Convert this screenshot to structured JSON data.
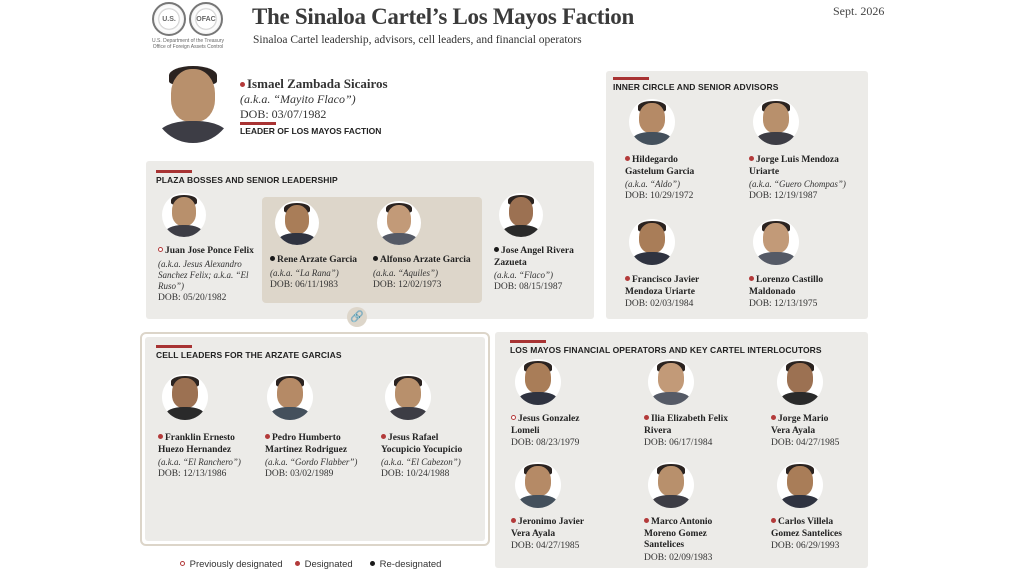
{
  "header": {
    "seal_treasury_text": "U.S.",
    "seal_ofac_text": "OFAC",
    "agency_line1": "U.S. Department of the Treasury",
    "agency_line2": "Office of Foreign Assets Control",
    "title": "The Sinaloa Cartel’s Los Mayos Faction",
    "subtitle": "Sinaloa Cartel leadership, advisors, cell leaders, and financial operators",
    "date": "Sept. 2026"
  },
  "leader": {
    "name": "Ismael Zambada Sicairos",
    "aka": "(a.k.a. “Mayito Flaco”)",
    "dob": "DOB: 03/07/1982",
    "role": "LEADER OF LOS MAYOS FACTION",
    "status": "designated"
  },
  "plaza": {
    "heading": "PLAZA BOSSES AND SENIOR LEADERSHIP",
    "people": [
      {
        "name_lines": [
          "Juan Jose Ponce Felix"
        ],
        "aka_lines": [
          "(a.k.a. Jesus Alexandro",
          "Sanchez Felix; a.k.a. “El",
          "Ruso”)"
        ],
        "dob": "DOB: 05/20/1982",
        "status": "previously"
      },
      {
        "name_lines": [
          "Rene Arzate Garcia"
        ],
        "aka_lines": [
          "(a.k.a. “La Rana”)"
        ],
        "dob": "DOB: 06/11/1983",
        "status": "re"
      },
      {
        "name_lines": [
          "Alfonso Arzate Garcia"
        ],
        "aka_lines": [
          "(a.k.a. “Aquiles”)"
        ],
        "dob": "DOB: 12/02/1973",
        "status": "re"
      },
      {
        "name_lines": [
          "Jose Angel Rivera",
          "Zazueta"
        ],
        "aka_lines": [
          "(a.k.a. “Flaco”)"
        ],
        "dob": "DOB: 08/15/1987",
        "status": "re"
      }
    ]
  },
  "inner": {
    "heading": "INNER CIRCLE AND SENIOR ADVISORS",
    "people": [
      {
        "name_lines": [
          "Hildegardo",
          "Gastelum Garcia"
        ],
        "aka_lines": [
          "(a.k.a. “Aldo”)"
        ],
        "dob": "DOB: 10/29/1972",
        "status": "designated"
      },
      {
        "name_lines": [
          "Jorge Luis Mendoza",
          "Uriarte"
        ],
        "aka_lines": [
          "(a.k.a. “Guero Chompas”)"
        ],
        "dob": "DOB: 12/19/1987",
        "status": "designated"
      },
      {
        "name_lines": [
          "Francisco Javier",
          "Mendoza Uriarte"
        ],
        "aka_lines": [],
        "dob": "DOB: 02/03/1984",
        "status": "designated"
      },
      {
        "name_lines": [
          "Lorenzo Castillo",
          "Maldonado"
        ],
        "aka_lines": [],
        "dob": "DOB: 12/13/1975",
        "status": "designated"
      }
    ]
  },
  "cell": {
    "heading": "CELL LEADERS FOR THE ARZATE GARCIAS",
    "people": [
      {
        "name_lines": [
          "Franklin Ernesto",
          "Huezo Hernandez"
        ],
        "aka_lines": [
          "(a.k.a. “El Ranchero”)"
        ],
        "dob": "DOB: 12/13/1986",
        "status": "designated"
      },
      {
        "name_lines": [
          "Pedro Humberto",
          "Martinez Rodriguez"
        ],
        "aka_lines": [
          "(a.k.a. “Gordo Flabber”)"
        ],
        "dob": "DOB: 03/02/1989",
        "status": "designated"
      },
      {
        "name_lines": [
          "Jesus Rafael",
          "Yocupicio Yocupicio"
        ],
        "aka_lines": [
          "(a.k.a. “El Cabezon”)"
        ],
        "dob": "DOB: 10/24/1988",
        "status": "designated"
      }
    ]
  },
  "financial": {
    "heading": "LOS MAYOS FINANCIAL OPERATORS AND KEY CARTEL INTERLOCUTORS",
    "people": [
      {
        "name_lines": [
          "Jesus Gonzalez",
          "Lomeli"
        ],
        "aka_lines": [],
        "dob": "DOB: 08/23/1979",
        "status": "previously"
      },
      {
        "name_lines": [
          "Ilia Elizabeth Felix",
          "Rivera"
        ],
        "aka_lines": [],
        "dob": "DOB: 06/17/1984",
        "status": "designated"
      },
      {
        "name_lines": [
          "Jorge Mario",
          "Vera Ayala"
        ],
        "aka_lines": [],
        "dob": "DOB: 04/27/1985",
        "status": "designated"
      },
      {
        "name_lines": [
          "Jeronimo Javier",
          "Vera Ayala"
        ],
        "aka_lines": [],
        "dob": "DOB: 04/27/1985",
        "status": "designated"
      },
      {
        "name_lines": [
          "Marco Antonio",
          "Moreno Gomez",
          "Santelices"
        ],
        "aka_lines": [],
        "dob": "DOB: 02/09/1983",
        "status": "designated"
      },
      {
        "name_lines": [
          "Carlos Villela",
          "Gomez Santelices"
        ],
        "aka_lines": [],
        "dob": "DOB: 06/29/1993",
        "status": "designated"
      }
    ]
  },
  "legend": {
    "previously": "Previously designated",
    "designated": "Designated",
    "re": "Re-designated"
  },
  "colors": {
    "accent": "#a83333",
    "panel": "#ecebe8",
    "highlight": "#ddd6ca"
  }
}
